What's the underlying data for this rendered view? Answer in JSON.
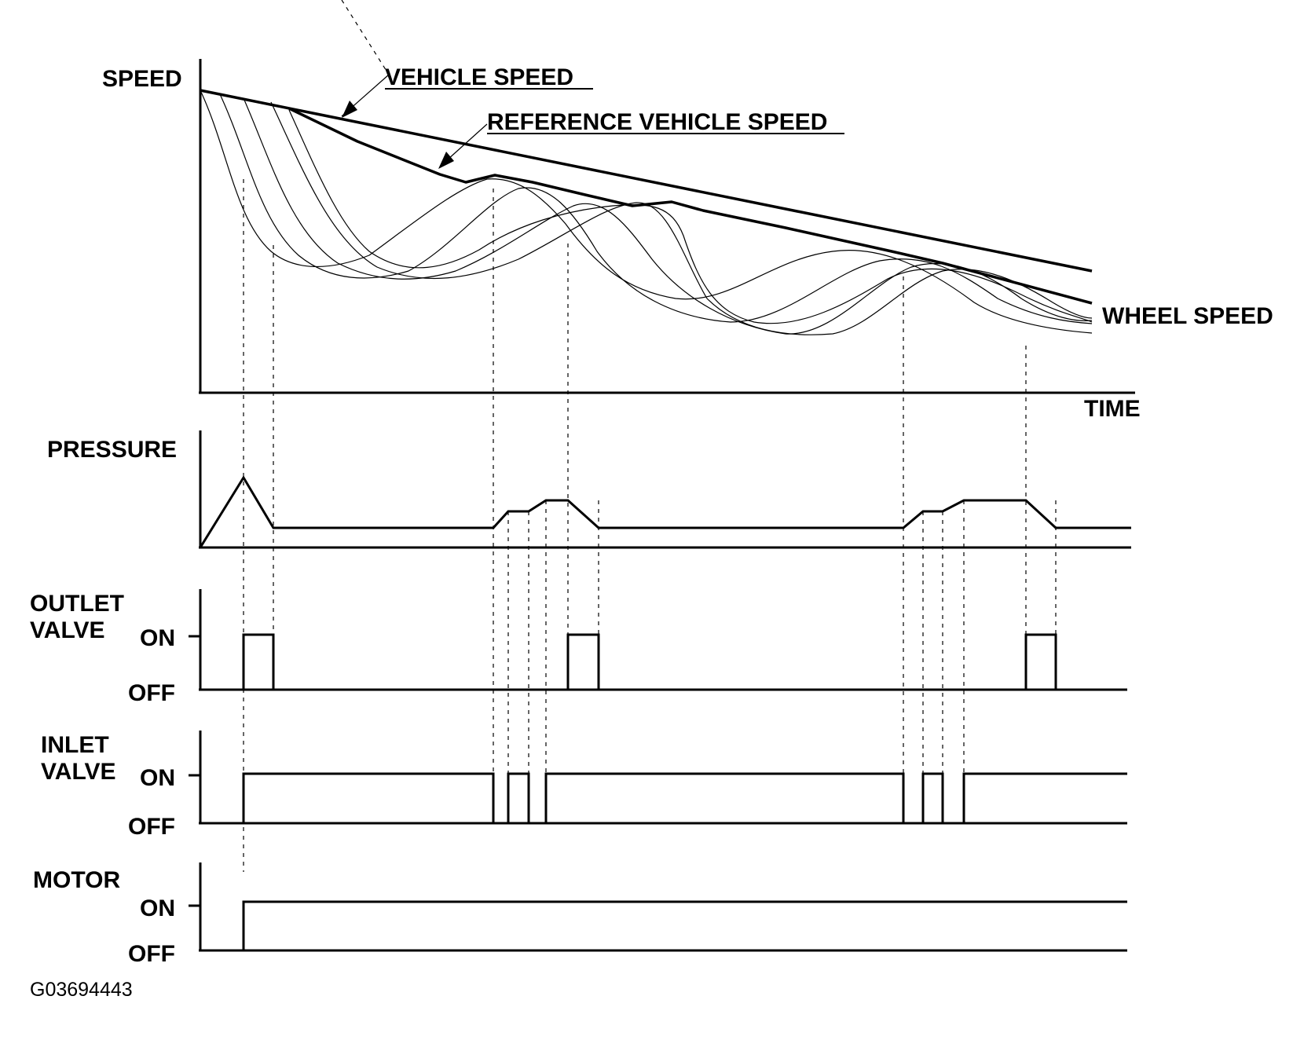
{
  "labels": {
    "speed": "SPEED",
    "vehicle_speed": "VEHICLE SPEED",
    "reference_vehicle_speed": "REFERENCE VEHICLE SPEED",
    "wheel_speed": "WHEEL SPEED",
    "time": "TIME",
    "pressure": "PRESSURE",
    "outlet_valve_line1": "OUTLET",
    "outlet_valve_line2": "VALVE",
    "inlet_valve_line1": "INLET",
    "inlet_valve_line2": "VALVE",
    "motor": "MOTOR",
    "on": "ON",
    "off": "OFF",
    "figure_code": "G03694443"
  }
}
